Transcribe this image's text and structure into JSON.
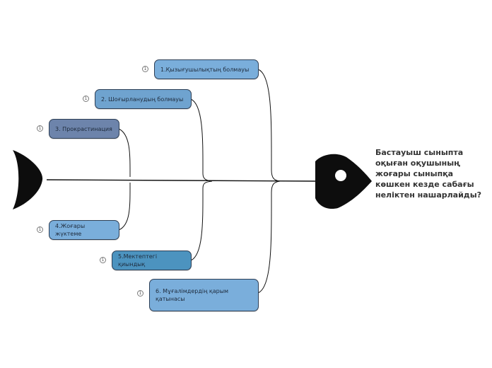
{
  "problem": "Бастауыш сыныпта оқыған оқушының жоғары сыныпқа көшкен кезде сабағы неліктен нашарлайды?",
  "causes": [
    {
      "label": "1.Қызығушылықтың болмауы",
      "badge": "1",
      "color": "#7aaedb"
    },
    {
      "label": "2. Шоғырланудың болмауы",
      "badge": "1",
      "color": "#6fa3cf"
    },
    {
      "label": "3. Прокрастинация",
      "badge": "1",
      "color": "#6d84ab"
    },
    {
      "label": "4.Жоғары жүктеме",
      "badge": "1",
      "color": "#7aaedb"
    },
    {
      "label": "5.Мектептегі қиындық",
      "badge": "1",
      "color": "#4c93bf"
    },
    {
      "label": "6. Мұғалімдердің қарым қатынасы",
      "badge": "1",
      "color": "#7aaedb"
    }
  ]
}
